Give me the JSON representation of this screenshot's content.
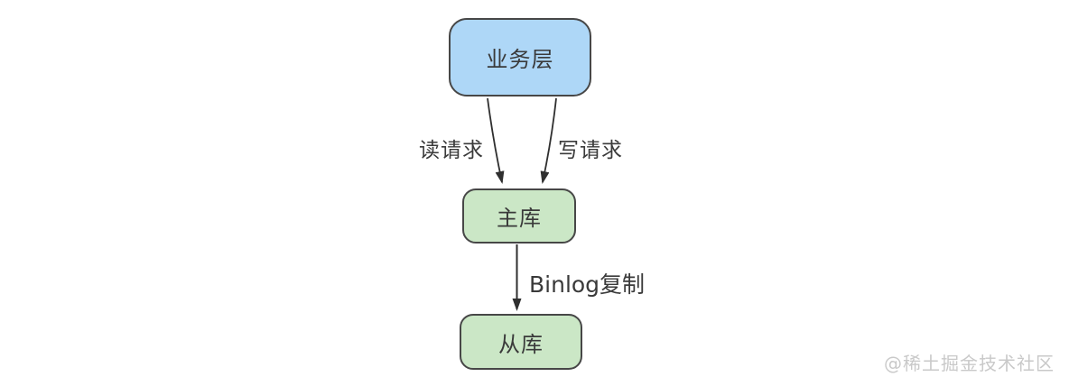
{
  "diagram": {
    "nodes": [
      {
        "id": "business-layer",
        "label": "业务层",
        "shape": "rounded-rect",
        "color": "blue"
      },
      {
        "id": "master-db",
        "label": "主库",
        "shape": "rounded-rect",
        "color": "green"
      },
      {
        "id": "slave-db",
        "label": "从库",
        "shape": "rounded-rect",
        "color": "green"
      }
    ],
    "edges": [
      {
        "from": "business-layer",
        "to": "master-db",
        "label": "读请求",
        "style": "arrow"
      },
      {
        "from": "business-layer",
        "to": "master-db",
        "label": "写请求",
        "style": "arrow"
      },
      {
        "from": "master-db",
        "to": "slave-db",
        "label": "Binlog复制",
        "style": "arrow"
      }
    ]
  },
  "watermark": "@稀土掘金技术社区",
  "colors": {
    "node-blue-fill": "#aed7f7",
    "node-green-fill": "#cbe7c6",
    "node-border": "#474747",
    "arrow": "#2f2f2f",
    "label-text": "#3a3a3a",
    "watermark-text": "#c9c9c9",
    "background": "#ffffff"
  }
}
